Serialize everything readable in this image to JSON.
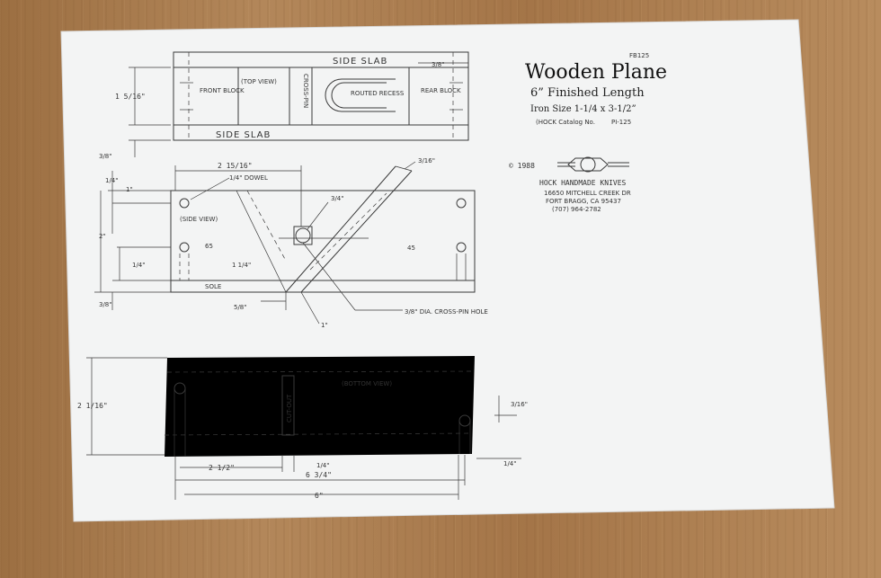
{
  "title_block": {
    "drawing_no": "FB125",
    "title": "Wooden Plane",
    "subtitle": "6” Finished Length",
    "iron_size": "Iron Size 1-1/4 x 3-1/2”",
    "catalog": "(HOCK Catalog No.",
    "catalog_hand": "PI-125",
    "year": "©  1988",
    "company": "HOCK HANDMADE KNIVES",
    "address1": "16650 MITCHELL CREEK DR",
    "address2": "FORT BRAGG, CA 95437",
    "phone": "(707) 964-2782"
  },
  "top_view": {
    "side_slab_top": "SIDE SLAB",
    "side_slab_bottom": "SIDE SLAB",
    "front_block": "FRONT BLOCK",
    "top_view": "(TOP VIEW)",
    "cross_pin": "CROSS-PIN",
    "routed_recess": "ROUTED RECESS",
    "rear_block": "REAR BLOCK",
    "dim_height": "1 5/16\"",
    "dim_top_right": "3/8\"",
    "dim_left_bottom": "3/8\""
  },
  "side_view": {
    "side_view": "(SIDE VIEW)",
    "sole": "SOLE",
    "dim_2_15_16": "2 15/16\"",
    "dim_dowel": "1/4\" DOWEL",
    "dim_3_16": "3/16\"",
    "dim_1_4_a": "1/4\"",
    "dim_1": "1\"",
    "dim_3_4": "3/4\"",
    "dim_2": "2\"",
    "angle_65": "65",
    "angle_45": "45",
    "dim_1_4_b": "1/4\"",
    "dim_1_1_4": "1 1/4\"",
    "dim_3_8": "3/8\"",
    "dim_5_8": "5/8\"",
    "dim_1_small": "1\"",
    "cross_pin_hole": "3/8\" DIA. CROSS-PIN HOLE"
  },
  "bottom_view": {
    "bottom_view": "(BOTTOM VIEW)",
    "cut_out": "CUT-OUT",
    "dim_2_1_16": "2 1/16\"",
    "dim_3_16": "3/16\"",
    "dim_2_1_2": "2 1/2\"",
    "dim_1_4_a": "1/4\"",
    "dim_6_3_4": "6 3/4\"",
    "dim_1_4_b": "1/4\"",
    "dim_6": "6\""
  }
}
